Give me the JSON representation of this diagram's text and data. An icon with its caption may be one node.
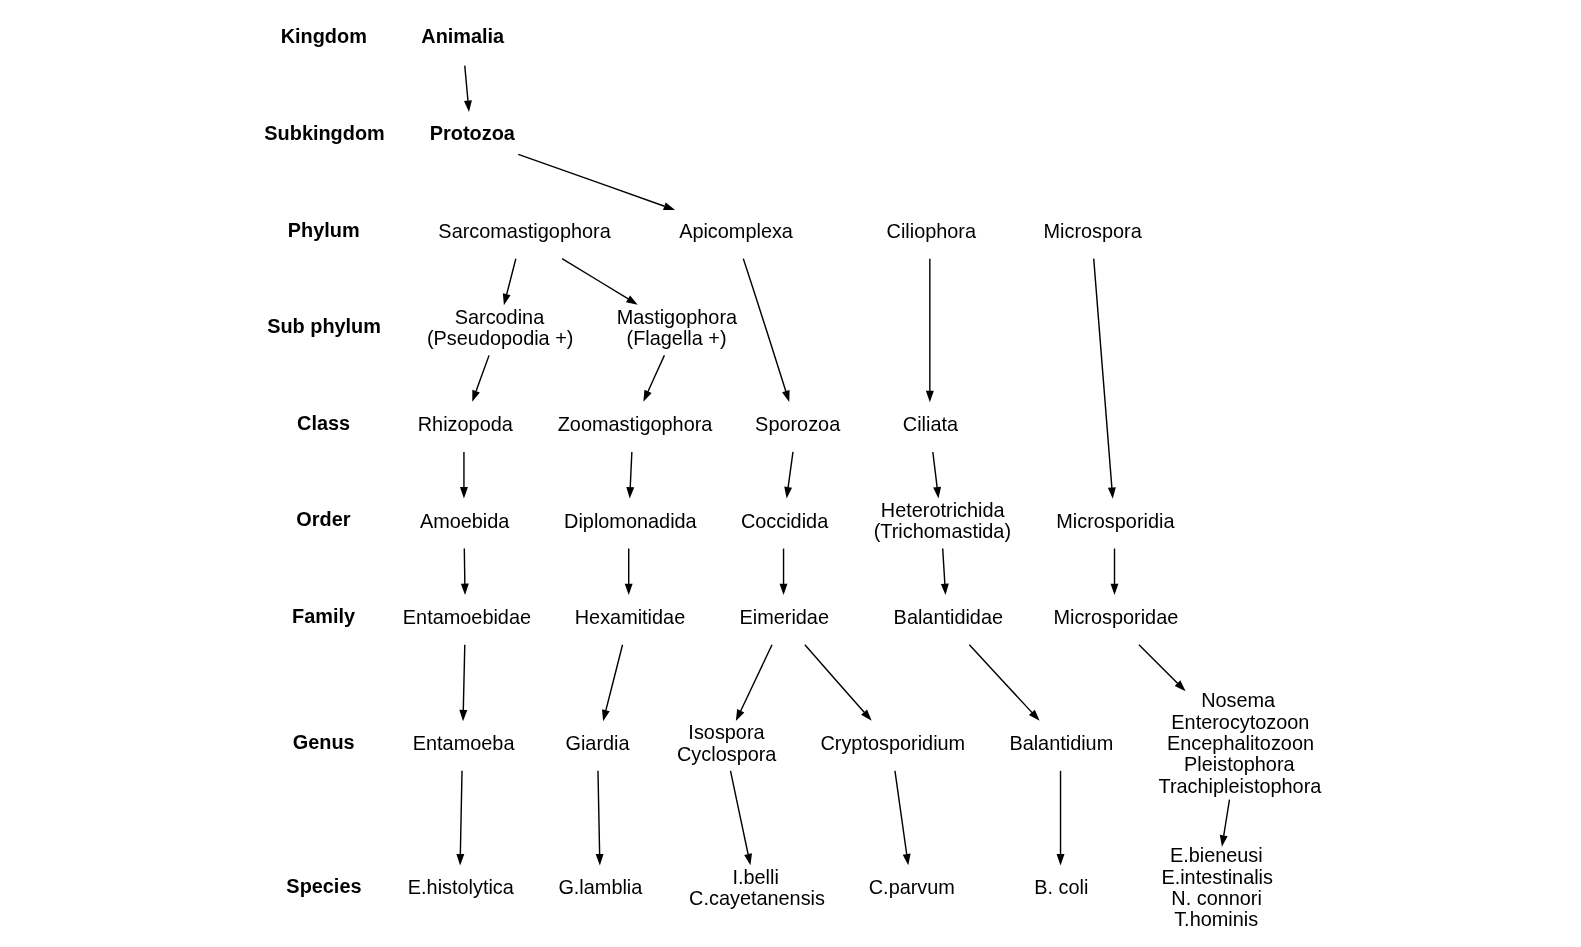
{
  "diagram": {
    "nodes": [
      {
        "text": [
          "Animalia"
        ]
      },
      {
        "text": [
          "Protozoa"
        ]
      },
      {
        "text": [
          "Sarcomastigophora"
        ]
      },
      {
        "text": [
          "Apicomplexa"
        ]
      },
      {
        "text": [
          "Ciliophora"
        ]
      },
      {
        "text": [
          "Microspora"
        ]
      },
      {
        "text": [
          "Sarcodina",
          "(Pseudopodia +)"
        ]
      },
      {
        "text": [
          "Mastigophora",
          "(Flagella +)"
        ]
      },
      {
        "text": [
          "Rhizopoda"
        ]
      },
      {
        "text": [
          "Zoomastigophora"
        ]
      },
      {
        "text": [
          "Sporozoa"
        ]
      },
      {
        "text": [
          "Ciliata"
        ]
      },
      {
        "text": [
          "Amoebida"
        ]
      },
      {
        "text": [
          "Diplomonadida"
        ]
      },
      {
        "text": [
          "Coccidida"
        ]
      },
      {
        "text": [
          "Heterotrichida",
          "(Trichomastida)"
        ]
      },
      {
        "text": [
          "Microsporidia"
        ]
      },
      {
        "text": [
          "Entamoebidae"
        ]
      },
      {
        "text": [
          "Hexamitidae"
        ]
      },
      {
        "text": [
          "Eimeridae"
        ]
      },
      {
        "text": [
          "Balantididae"
        ]
      },
      {
        "text": [
          "Microsporidae"
        ]
      },
      {
        "text": [
          "Entamoeba"
        ]
      },
      {
        "text": [
          "Giardia"
        ]
      },
      {
        "text": [
          "Isospora",
          "Cyclospora"
        ]
      },
      {
        "text": [
          "Cryptosporidium"
        ]
      },
      {
        "text": [
          "Balantidium"
        ]
      },
      {
        "text": [
          "Nosema",
          "Enterocytozoon",
          "Encephalitozoon",
          "Pleistophora",
          "Trachipleistophora"
        ]
      },
      {
        "text": [
          "E.histolytica"
        ]
      },
      {
        "text": [
          "G.lamblia"
        ]
      },
      {
        "text": [
          "I.belli",
          "C.cayetanensis"
        ]
      },
      {
        "text": [
          "C.parvum"
        ]
      },
      {
        "text": [
          "B. coli"
        ]
      },
      {
        "text": [
          "E.bieneusi",
          "E.intestinalis",
          "N. connori",
          "T.hominis"
        ]
      }
    ],
    "edges": [
      {
        "from": 0,
        "to": 1,
        "arrow": "to"
      },
      {
        "from": 1,
        "to": 3,
        "arrow": "to"
      },
      {
        "from": 2,
        "to": 6,
        "arrow": "to"
      },
      {
        "from": 2,
        "to": 7,
        "arrow": "to"
      },
      {
        "from": 6,
        "to": 8,
        "arrow": "to"
      },
      {
        "from": 7,
        "to": 9,
        "arrow": "to"
      },
      {
        "from": 3,
        "to": 10,
        "arrow": "to"
      },
      {
        "from": 4,
        "to": 11,
        "arrow": "to"
      },
      {
        "from": 8,
        "to": 12,
        "arrow": "to"
      },
      {
        "from": 9,
        "to": 13,
        "arrow": "to"
      },
      {
        "from": 10,
        "to": 14,
        "arrow": "to"
      },
      {
        "from": 11,
        "to": 15,
        "arrow": "to"
      },
      {
        "from": 5,
        "to": 16,
        "arrow": "to"
      },
      {
        "from": 12,
        "to": 17,
        "arrow": "to"
      },
      {
        "from": 13,
        "to": 18,
        "arrow": "to"
      },
      {
        "from": 14,
        "to": 19,
        "arrow": "to"
      },
      {
        "from": 15,
        "to": 20,
        "arrow": "to"
      },
      {
        "from": 16,
        "to": 21,
        "arrow": "to"
      },
      {
        "from": 17,
        "to": 22,
        "arrow": "to"
      },
      {
        "from": 18,
        "to": 23,
        "arrow": "to"
      },
      {
        "from": 19,
        "to": 24,
        "arrow": "to"
      },
      {
        "from": 19,
        "to": 25,
        "arrow": "to"
      },
      {
        "from": 20,
        "to": 26,
        "arrow": "to"
      },
      {
        "from": 21,
        "to": 27,
        "arrow": "to"
      },
      {
        "from": 22,
        "to": 28,
        "arrow": "to"
      },
      {
        "from": 23,
        "to": 29,
        "arrow": "to"
      },
      {
        "from": 24,
        "to": 30,
        "arrow": "to"
      },
      {
        "from": 25,
        "to": 31,
        "arrow": "to"
      },
      {
        "from": 26,
        "to": 32,
        "arrow": "to"
      },
      {
        "from": 27,
        "to": 33,
        "arrow": "to"
      }
    ],
    "labels": [
      "Kingdom",
      "Subkingdom",
      "Phylum",
      "Sub phylum",
      "Class",
      "Order",
      "Family",
      "Genus",
      "Species"
    ]
  }
}
